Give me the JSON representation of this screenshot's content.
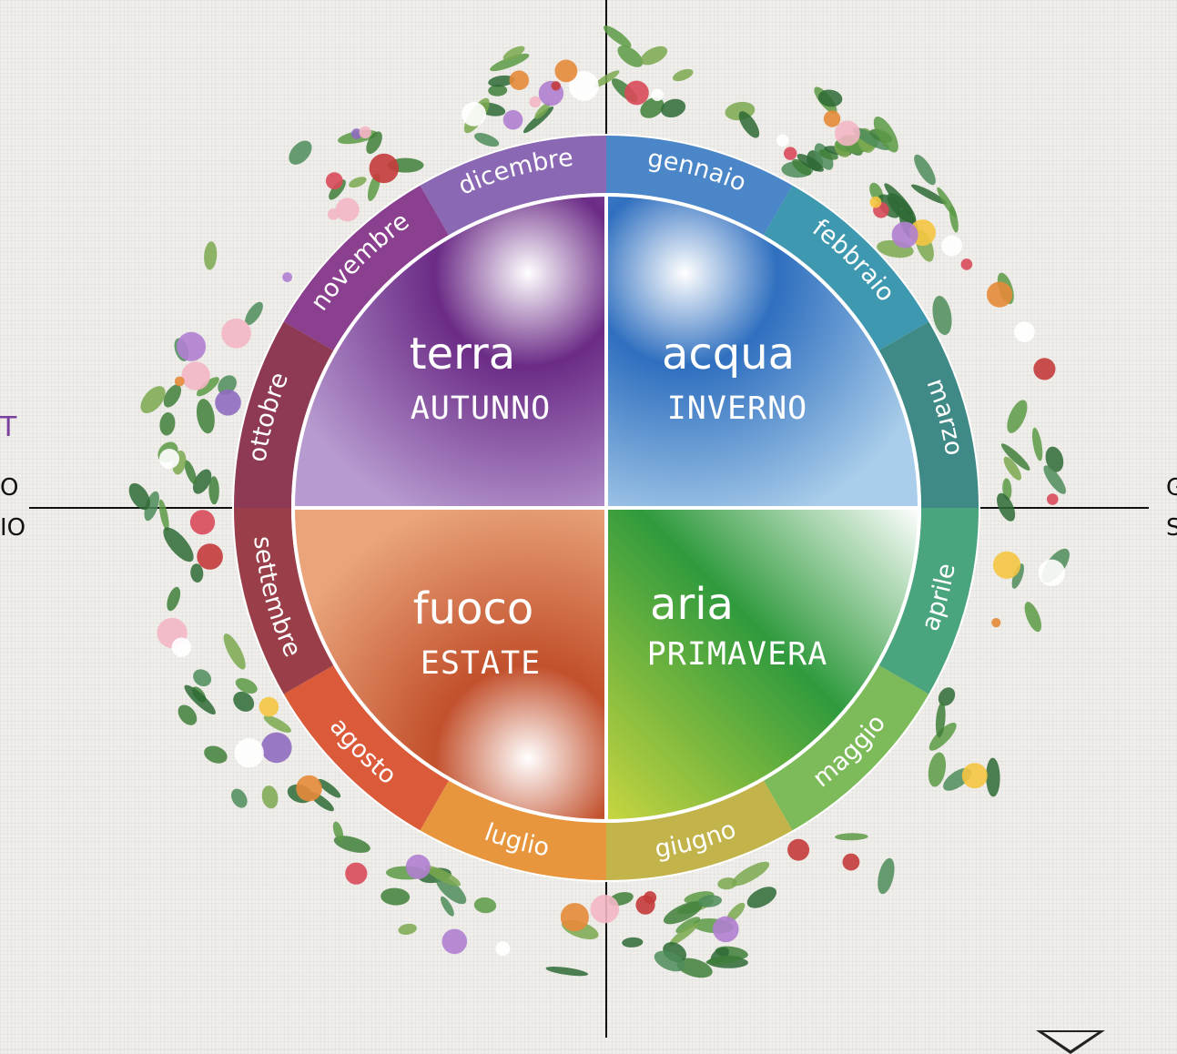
{
  "months": [
    {
      "label": "gennaio",
      "color": "#4a86c8"
    },
    {
      "label": "febbraio",
      "color": "#3e98b0"
    },
    {
      "label": "marzo",
      "color": "#3f8a86"
    },
    {
      "label": "aprile",
      "color": "#4aa57f"
    },
    {
      "label": "maggio",
      "color": "#7dba5a"
    },
    {
      "label": "giugno",
      "color": "#c2b34a"
    },
    {
      "label": "luglio",
      "color": "#e8963d"
    },
    {
      "label": "agosto",
      "color": "#da5a3a"
    },
    {
      "label": "settembre",
      "color": "#9a3f49"
    },
    {
      "label": "ottobre",
      "color": "#8e3a55"
    },
    {
      "label": "novembre",
      "color": "#8a3f8f"
    },
    {
      "label": "dicembre",
      "color": "#8b68b3"
    }
  ],
  "quadrants": {
    "terra": {
      "element": "terra",
      "season": "AUTUNNO",
      "color_a": "#6b2b86",
      "color_b": "#b79ad0"
    },
    "acqua": {
      "element": "acqua",
      "season": "INVERNO",
      "color_a": "#2f6fbf",
      "color_b": "#a9cdea"
    },
    "fuoco": {
      "element": "fuoco",
      "season": "ESTATE",
      "color_a": "#c2502c",
      "color_b": "#e9a47a"
    },
    "aria": {
      "element": "aria",
      "season": "PRIMAVERA",
      "color_a": "#2f9a3d",
      "color_b": "#c9d640"
    }
  },
  "edge_left": {
    "line1": "O",
    "line2": "IO",
    "accent": "T"
  },
  "edge_right": {
    "line1": "G",
    "line2": "S"
  }
}
